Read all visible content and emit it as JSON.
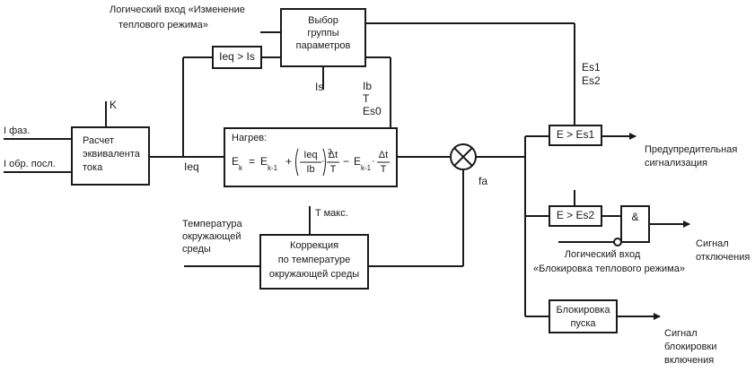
{
  "inputs": {
    "logic_in_thermal_1": "Логический вход «Изменение",
    "logic_in_thermal_2": "теплового режима»",
    "i_phase": "I фаз.",
    "i_neg_seq": "I обр. посл.",
    "k": "K",
    "ambient_1": "Температура",
    "ambient_2": "окружающей",
    "ambient_3": "среды",
    "t_max": "T макс.",
    "logic_in_block_1": "Логический вход",
    "logic_in_block_2": "«Блокировка теплового режима»"
  },
  "blocks": {
    "param_select_1": "Выбор",
    "param_select_2": "группы",
    "param_select_3": "параметров",
    "ieq_gt_is": "Ieq > Is",
    "equiv_current_1": "Расчет",
    "equiv_current_2": "эквивалента",
    "equiv_current_3": "тока",
    "heating_title": "Нагрев:",
    "correction_1": "Коррекция",
    "correction_2": "по температуре",
    "correction_3": "окружающей среды",
    "cmp_es1": "E > Es1",
    "cmp_es2": "E > Es2",
    "and_gate": "&",
    "start_block_1": "Блокировка",
    "start_block_2": "пуска"
  },
  "signals": {
    "is": "Is",
    "ib": "Ib",
    "t": "T",
    "es0": "Es0",
    "ieq": "Ieq",
    "fa": "fa",
    "es1": "Es1",
    "es2": "Es2"
  },
  "formula": {
    "e_k": "E",
    "sub_k": "k",
    "eq": "=",
    "e_k1": "E",
    "sub_k1": "k-1",
    "plus": "+",
    "ieq": "Ieq",
    "ib": "Ib",
    "sq": "2",
    "dot1": "·",
    "dt1": "Δt",
    "t1": "T",
    "minus": "−",
    "e_k1b": "E",
    "sub_k1b": "k-1",
    "dot2": "·",
    "dt2": "Δt",
    "t2": "T"
  },
  "outputs": {
    "alarm_1": "Предупредительная",
    "alarm_2": "сигнализация",
    "trip_1": "Сигнал",
    "trip_2": "отключения",
    "inhibit_1": "Сигнал",
    "inhibit_2": "блокировки",
    "inhibit_3": "включения"
  }
}
